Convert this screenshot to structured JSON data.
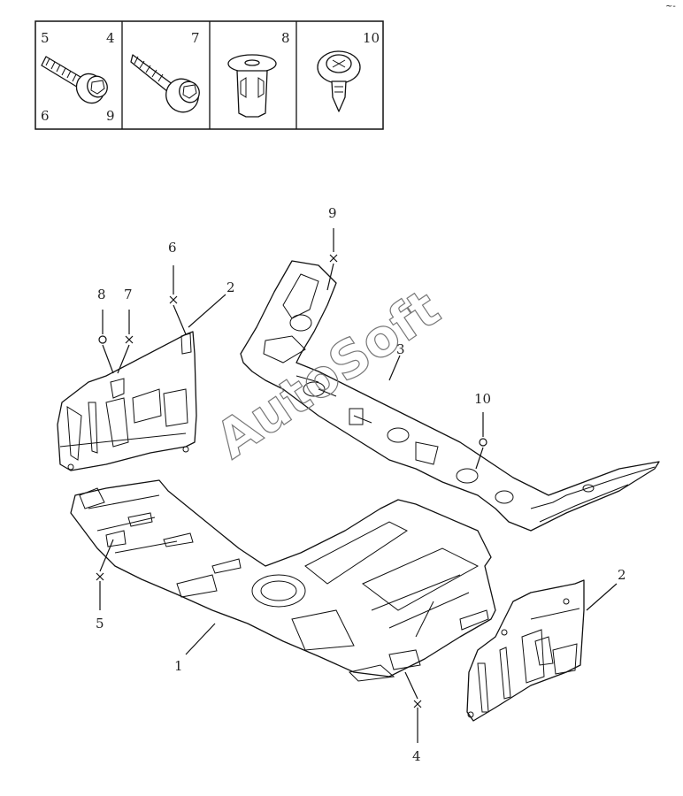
{
  "fastener_box": {
    "cells": [
      {
        "name": "bolt-cell",
        "labels": [
          "5",
          "4",
          "6",
          "9"
        ]
      },
      {
        "name": "screw-cell",
        "labels": [
          "7"
        ]
      },
      {
        "name": "nut-clip-cell",
        "labels": [
          "8"
        ]
      },
      {
        "name": "push-clip-cell",
        "labels": [
          "10"
        ]
      }
    ]
  },
  "callouts": {
    "c1": "1",
    "c2a": "2",
    "c2b": "2",
    "c3": "3",
    "c4": "4",
    "c5": "5",
    "c6": "6",
    "c7": "7",
    "c8": "8",
    "c9": "9",
    "c10": "10"
  },
  "watermark": "AutoSoft",
  "corner_mark": "~-"
}
